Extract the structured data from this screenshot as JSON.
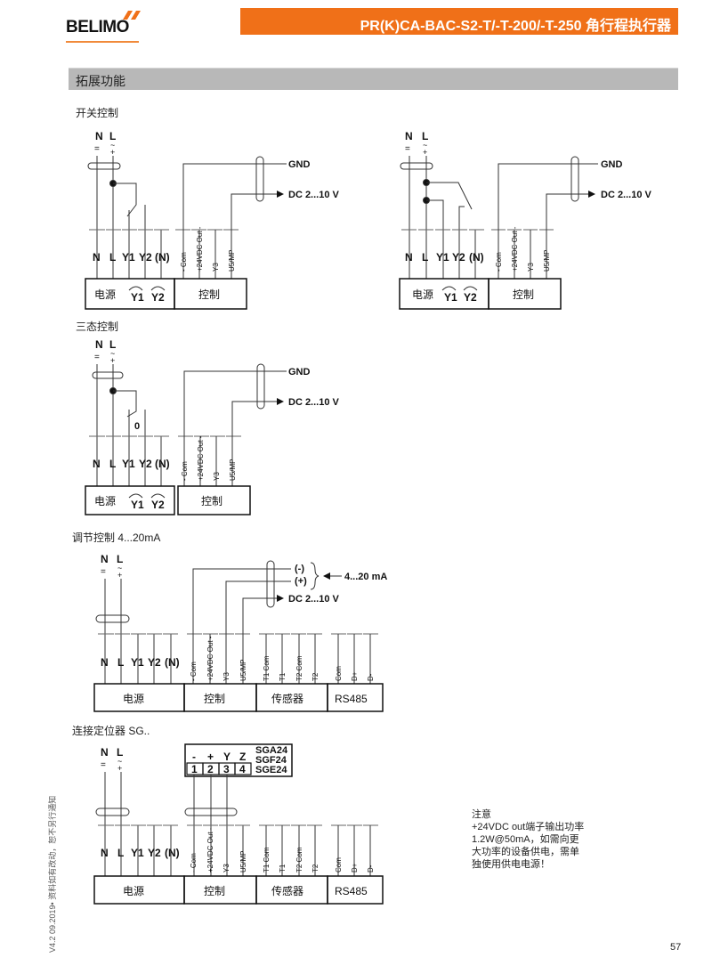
{
  "header": {
    "logo": "BELIMO",
    "title": "PR(K)CA-BAC-S2-T/-T-200/-T-250 角行程执行器",
    "brand_color": "#f07018"
  },
  "section": {
    "title": "拓展功能"
  },
  "labels": {
    "N": "N",
    "L": "L",
    "Y1": "Y1",
    "Y2": "Y2",
    "Nb": "(N)",
    "com": "- Com",
    "out24": "+24VDC Out -",
    "Y3": "Y3",
    "U5": "U5/MP",
    "T1com": "T1 Com",
    "T1": "T1",
    "T2com": "T2 Com",
    "T2": "T2",
    "rcom": "Com",
    "Dp": "D+",
    "Dm": "D-",
    "power": "电源",
    "control": "控制",
    "sensor": "传感器",
    "rs485": "RS485",
    "gnd": "GND",
    "dc": "DC 2...10 V",
    "minus": "(-)",
    "plus": "(+)",
    "ma": "4...20 mA",
    "zero": "0",
    "dc_sym": "=",
    "ac_sym": "~",
    "plus_sym": "+",
    "minus_sym": "-"
  },
  "diagrams": {
    "switch": {
      "title": "开关控制"
    },
    "three_state": {
      "title": "三态控制"
    },
    "modulating": {
      "title": "调节控制 4...20mA"
    },
    "positioner": {
      "title": "连接定位器 SG..",
      "terminals": [
        {
          "sign": "-",
          "num": "1"
        },
        {
          "sign": "+",
          "num": "2"
        },
        {
          "sign": "Y",
          "num": "3"
        },
        {
          "sign": "Z",
          "num": "4"
        }
      ],
      "models": [
        "SGA24",
        "SGF24",
        "SGE24"
      ]
    }
  },
  "note": {
    "title": "注意",
    "lines": [
      "+24VDC out端子输出功率",
      "1.2W@50mA，如需向更",
      "大功率的设备供电，需单",
      "独使用供电电源！"
    ]
  },
  "footer": {
    "version": "V4.2  09.2019• 资料如有改动，恕不另行通知",
    "page": "57"
  }
}
